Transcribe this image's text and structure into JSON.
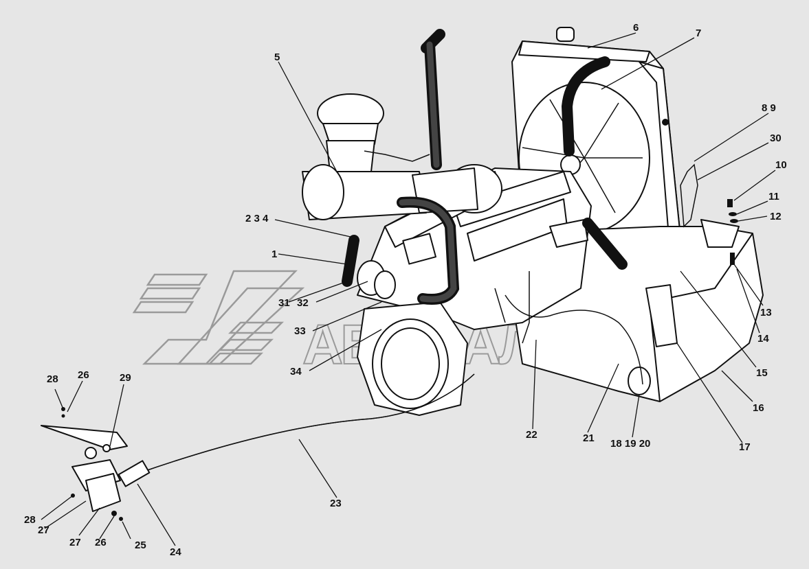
{
  "labels": {
    "l1": "1",
    "l234": "2 3 4",
    "l5": "5",
    "l6": "6",
    "l7": "7",
    "l89": "8 9",
    "l30": "30",
    "l10": "10",
    "l11": "11",
    "l12": "12",
    "l13": "13",
    "l14": "14",
    "l15": "15",
    "l16": "16",
    "l17": "17",
    "l181920": "18 19 20",
    "l21": "21",
    "l22": "22",
    "l23": "23",
    "l24": "24",
    "l25": "25",
    "l26a": "26",
    "l26b": "26",
    "l27a": "27",
    "l27b": "27",
    "l28a": "28",
    "l28b": "28",
    "l29": "29",
    "l31": "31",
    "l32": "32",
    "l33": "33",
    "l34": "34"
  },
  "watermark": {
    "text": "АВТО АЛЬЯНС"
  }
}
